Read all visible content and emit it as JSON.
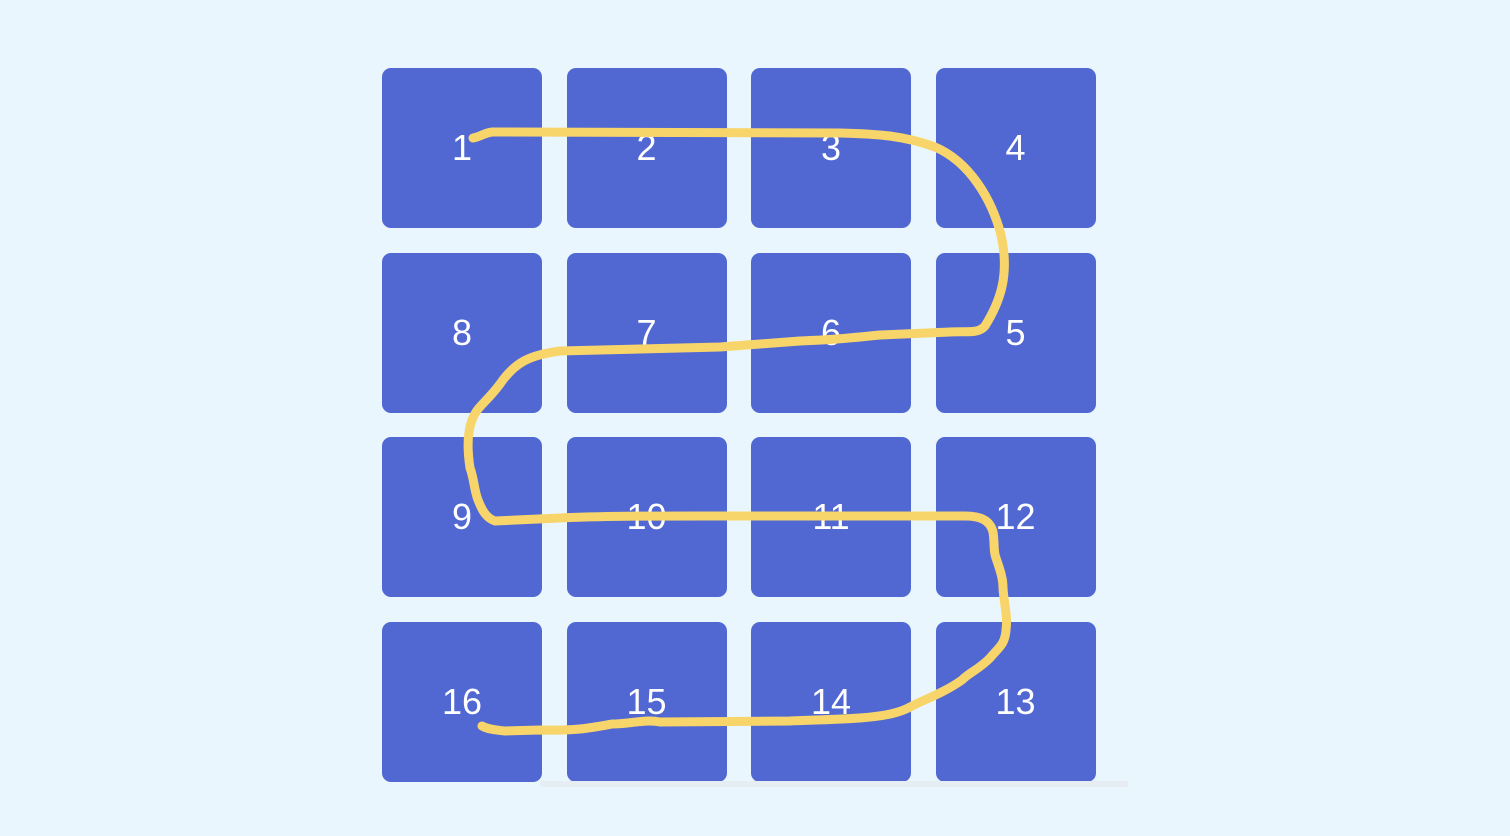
{
  "grid": {
    "tiles": [
      "1",
      "2",
      "3",
      "4",
      "8",
      "7",
      "6",
      "5",
      "9",
      "10",
      "11",
      "12",
      "16",
      "15",
      "14",
      "13"
    ]
  },
  "colors": {
    "background": "#eaf6fd",
    "tile": "#5168d3",
    "tile_text": "#ffffff",
    "path_stroke": "#f8d56b"
  },
  "drawn_path": {
    "visit_order": [
      "1",
      "2",
      "3",
      "4",
      "5",
      "6",
      "7",
      "8",
      "9",
      "10",
      "11",
      "12",
      "13",
      "14",
      "15",
      "16"
    ]
  }
}
